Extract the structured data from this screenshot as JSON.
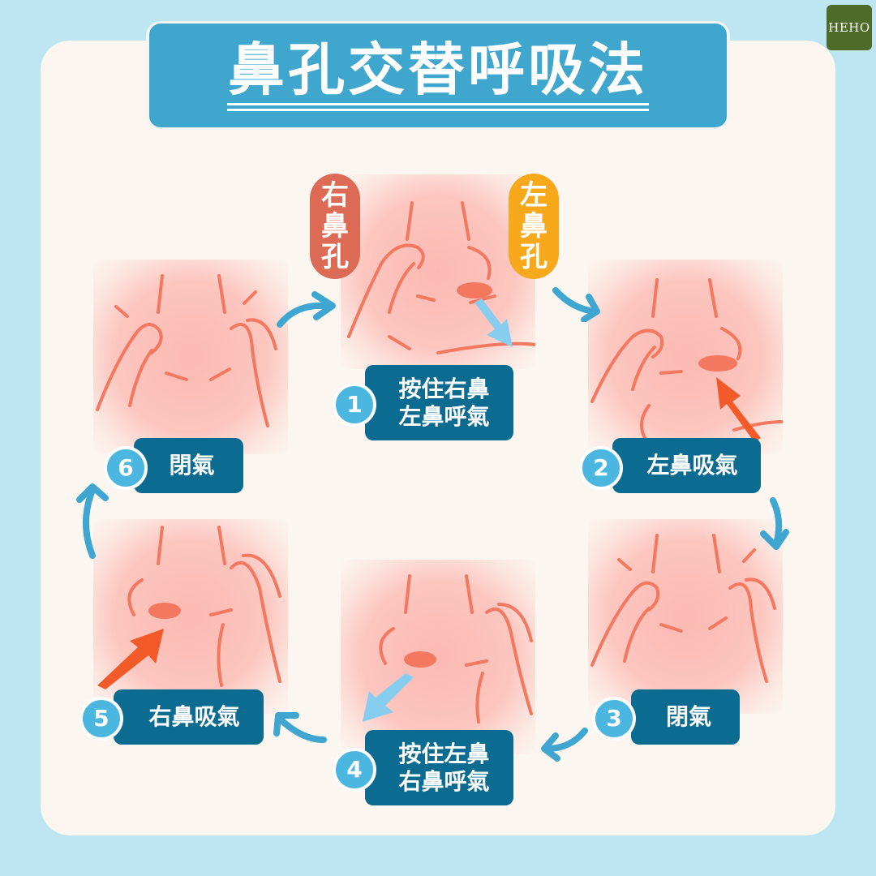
{
  "logo": "HEHO",
  "title": "鼻孔交替呼吸法",
  "nostril_tags": {
    "right": [
      "右",
      "鼻",
      "孔"
    ],
    "left": [
      "左",
      "鼻",
      "孔"
    ]
  },
  "steps": [
    {
      "number": "1",
      "lines": [
        "按住右鼻",
        "左鼻呼氣"
      ]
    },
    {
      "number": "2",
      "lines": [
        "左鼻吸氣"
      ]
    },
    {
      "number": "3",
      "lines": [
        "閉氣"
      ]
    },
    {
      "number": "4",
      "lines": [
        "按住左鼻",
        "右鼻呼氣"
      ]
    },
    {
      "number": "5",
      "lines": [
        "右鼻吸氣"
      ]
    },
    {
      "number": "6",
      "lines": [
        "閉氣"
      ]
    }
  ],
  "colors": {
    "background": "#bde6f2",
    "card": "#fcf6f1",
    "title_bar": "#3fa6cd",
    "label": "#0b6b90",
    "badge": "#4bb6e0",
    "right_tag": "#dd6a55",
    "left_tag": "#f7a81b",
    "line_art": "#f4775f",
    "inhale_arrow": "#f25a2a",
    "exhale_arrow": "#86cdf0",
    "flow_arrow": "#3ea6d0"
  }
}
